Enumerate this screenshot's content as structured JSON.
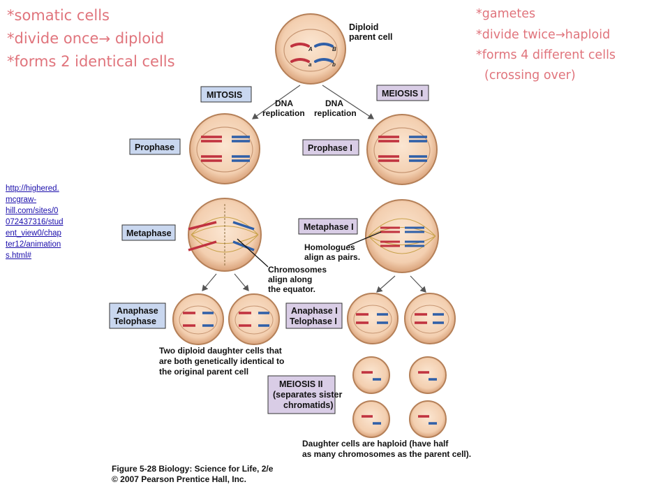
{
  "notes_left": [
    "*somatic cells",
    "*divide once",
    " diploid",
    "*forms 2 identical cells"
  ],
  "notes_right": [
    "*gametes",
    "*divide twice",
    "haploid",
    "*forms 4 different cells",
    "(crossing over)"
  ],
  "arrow_glyph": "→",
  "link_lines": [
    "http://highered.",
    "mcgraw-",
    "hill.com/sites/0",
    "072437316/stud",
    "ent_view0/chap",
    "ter12/animation",
    "s.html#"
  ],
  "diagram": {
    "parent_label": [
      "Diploid",
      "parent cell"
    ],
    "mitosis_label": "MITOSIS",
    "meiosis1_label": "MEIOSIS I",
    "dna_replication": [
      "DNA",
      "replication"
    ],
    "prophase": "Prophase",
    "prophase1": "Prophase I",
    "metaphase": "Metaphase",
    "metaphase1": "Metaphase I",
    "homologues": [
      "Homologues",
      "align as pairs."
    ],
    "chromosomes_align": [
      "Chromosomes",
      "align along",
      "the equator."
    ],
    "anaphase_telophase": [
      "Anaphase",
      "Telophase"
    ],
    "anaphase1_telophase1": [
      "Anaphase I",
      "Telophase I"
    ],
    "mitosis_result": [
      "Two diploid daughter cells that",
      "are both genetically identical to",
      "the original parent cell"
    ],
    "meiosis2_label": [
      "MEIOSIS II",
      "(separates sister",
      "chromatids)"
    ],
    "meiosis_result": [
      "Daughter cells are haploid (have half",
      "as many chromosomes as the parent cell)."
    ],
    "figure_caption": [
      "Figure 5-28 Biology: Science for Life, 2/e",
      "© 2007 Pearson Prentice Hall, Inc."
    ],
    "allele_A": "A",
    "allele_a": "a",
    "allele_B": "B",
    "allele_b": "b"
  },
  "colors": {
    "note_pink": "#e0747c",
    "cell_fill": "#f6d6bb",
    "cell_edge": "#b58058",
    "blue_box": "#c9d7ef",
    "purple_box": "#d9cde6",
    "red_chromosome": "#c0323f",
    "blue_chromosome": "#2f5fa8",
    "link_blue": "#1a0dab"
  }
}
